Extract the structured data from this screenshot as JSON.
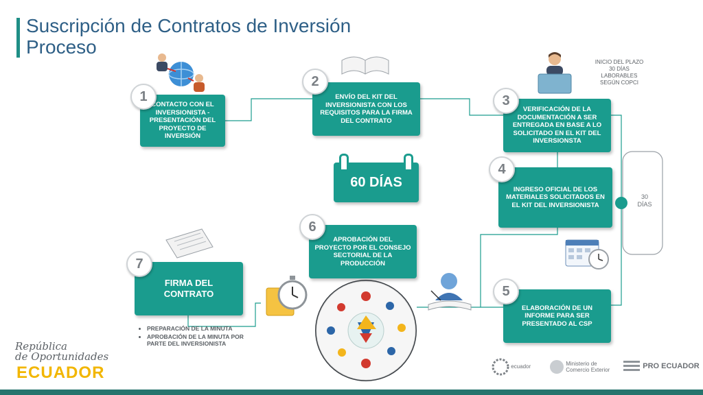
{
  "title": {
    "line1": "Suscripción de Contratos de Inversión",
    "line2": "Proceso"
  },
  "steps": [
    {
      "number": "1",
      "text": "CONTACTO CON EL INVERSIONISTA - PRESENTACIÓN DEL PROYECTO DE INVERSIÓN"
    },
    {
      "number": "2",
      "text": "ENVÍO DEL KIT DEL INVERSIONISTA CON LOS REQUISITOS PARA LA FIRMA DEL CONTRATO"
    },
    {
      "number": "3",
      "text": "VERIFICACIÓN DE LA DOCUMENTACIÓN A SER ENTREGADA EN BASE A LO SOLICITADO EN EL KIT DEL INVERSIONSTA"
    },
    {
      "number": "4",
      "text": "INGRESO OFICIAL DE LOS MATERIALES SOLICITADOS EN EL KIT DEL INVERSIONISTA"
    },
    {
      "number": "5",
      "text": "ELABORACIÓN DE UN INFORME PARA SER PRESENTADO AL CSP"
    },
    {
      "number": "6",
      "text": "APROBACIÓN DEL PROYECTO POR EL CONSEJO SECTORIAL DE LA PRODUCCIÓN"
    },
    {
      "number": "7",
      "text": "FIRMA DEL CONTRATO"
    }
  ],
  "calendar_label": "60 DÍAS",
  "plazo_note": {
    "line1": "INICIO DEL PLAZO",
    "line2": "30 DÍAS",
    "line3": "LABORABLES",
    "line4": "SEGÚN COPCI"
  },
  "bracket_label": {
    "line1": "30",
    "line2": "DÍAS"
  },
  "bullets": [
    "PREPARACIÓN DE LA MINUTA",
    "APROBACIÓN DE LA MINUTA POR PARTE DEL INVERSIONISTA"
  ],
  "logos": {
    "republica_line1": "República",
    "republica_line2": "de Oportunidades",
    "ecuador": "ECUADOR",
    "ecuador_small": "ecuador",
    "ministerio_line1": "Ministerio de",
    "ministerio_line2": "Comercio Exterior",
    "proecuador": "PRO ECUADOR"
  },
  "colors": {
    "accent": "#1a9c8e",
    "title": "#2e5f86",
    "circle_border": "#cfd3d6"
  },
  "icons": [
    "people-globe-icon",
    "open-book-icon",
    "receptionist-icon",
    "calendar-clock-icon",
    "person-writing-icon",
    "alarm-clock-folder-icon",
    "newspaper-icon"
  ]
}
